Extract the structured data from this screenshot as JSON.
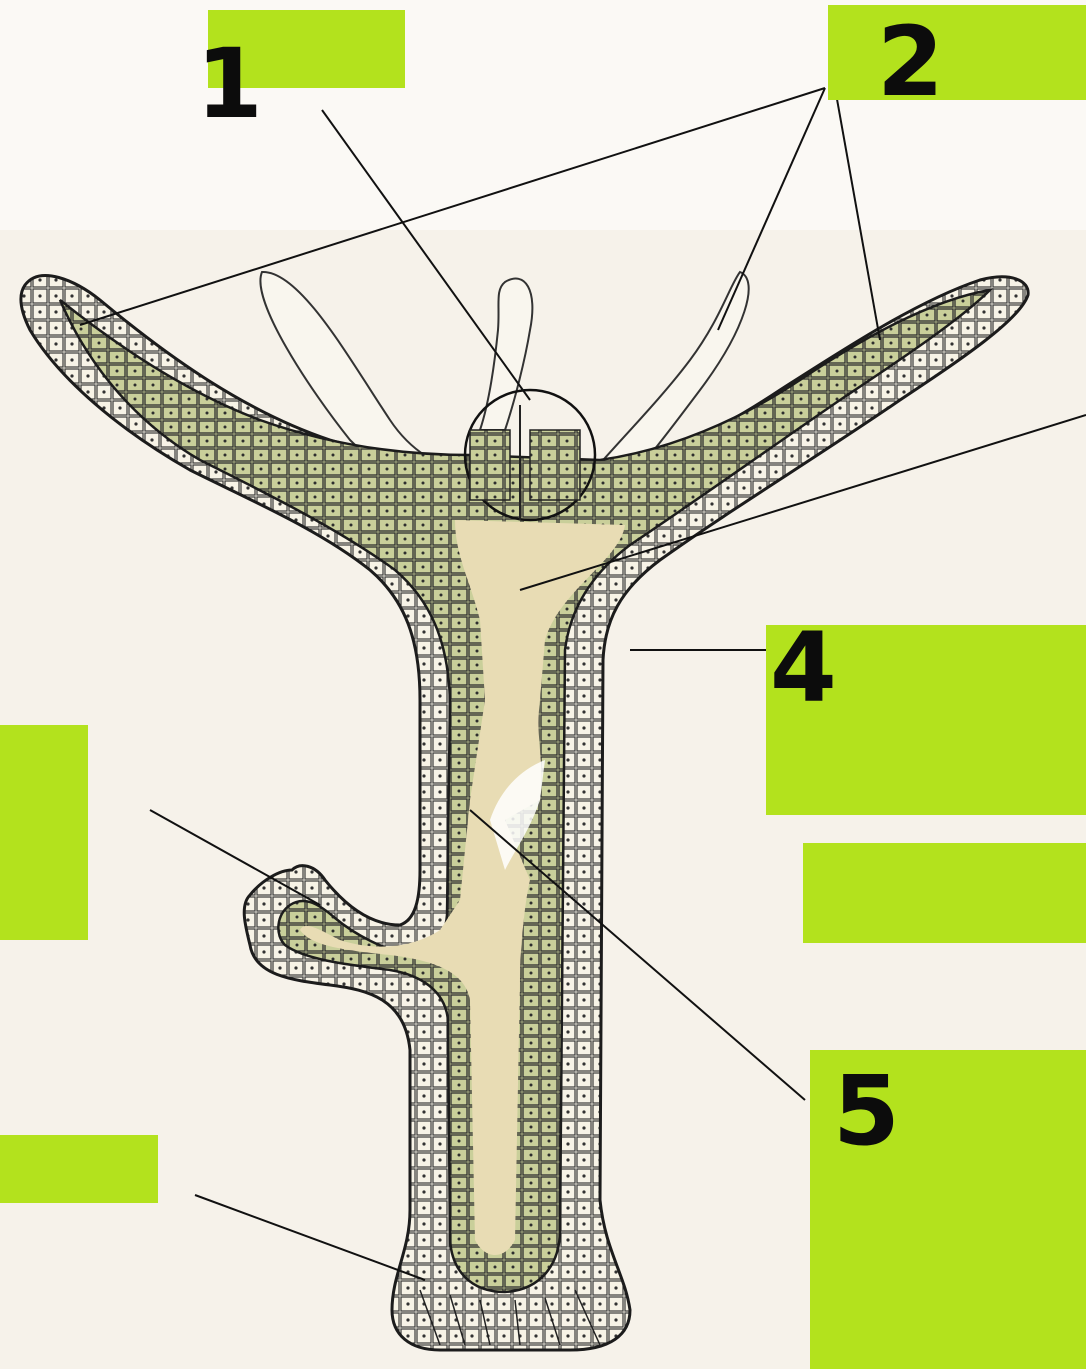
{
  "diagram": {
    "subject": "hydra-longitudinal-section",
    "labels": [
      {
        "id": "label-1",
        "number": "1"
      },
      {
        "id": "label-2",
        "number": "2"
      },
      {
        "id": "label-4",
        "number": "4"
      },
      {
        "id": "label-5",
        "number": "5"
      }
    ],
    "colors": {
      "answer_box": "#b3e21d",
      "endoderm": "#c9cf9a",
      "ectoderm": "#f7f3e6",
      "mesoglea_cavity": "#e8dcb4",
      "outline": "#1c1c1c",
      "background": "#fbf9f5"
    }
  }
}
